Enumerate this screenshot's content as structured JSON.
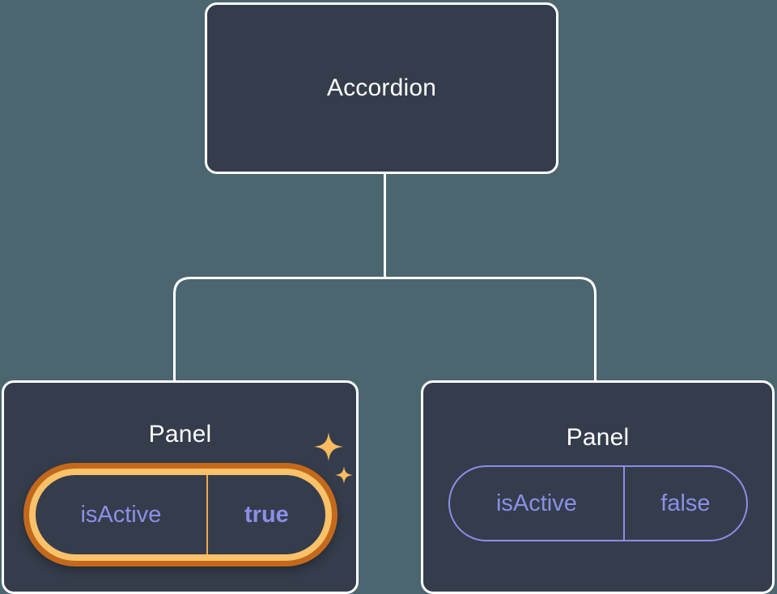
{
  "theme": {
    "background": "#4c6670",
    "card_fill": "#353d4c",
    "card_border": "#ffffff",
    "connector": "#ffffff",
    "prop_text": "#8b8fe8",
    "highlight_outer": "#c4691b",
    "highlight_inner": "#f9c268",
    "sparkle": "#f9bb60"
  },
  "tree": {
    "root": {
      "title": "Accordion"
    },
    "children": [
      {
        "title": "Panel",
        "highlighted": true,
        "prop": {
          "name": "isActive",
          "value": "true"
        },
        "sparkle_icon": "sparkles-icon"
      },
      {
        "title": "Panel",
        "highlighted": false,
        "prop": {
          "name": "isActive",
          "value": "false"
        }
      }
    ]
  }
}
